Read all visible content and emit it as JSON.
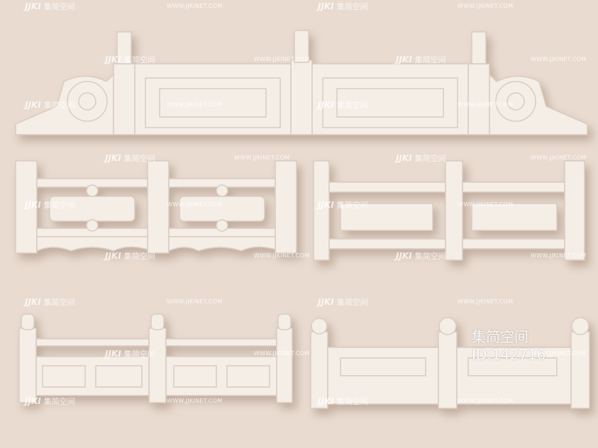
{
  "watermark": {
    "logo": "JJKI",
    "name": "集简空间",
    "url": "WWW.JJKINET.COM"
  },
  "badge": {
    "name": "集简空间",
    "id": "ID:142716"
  }
}
